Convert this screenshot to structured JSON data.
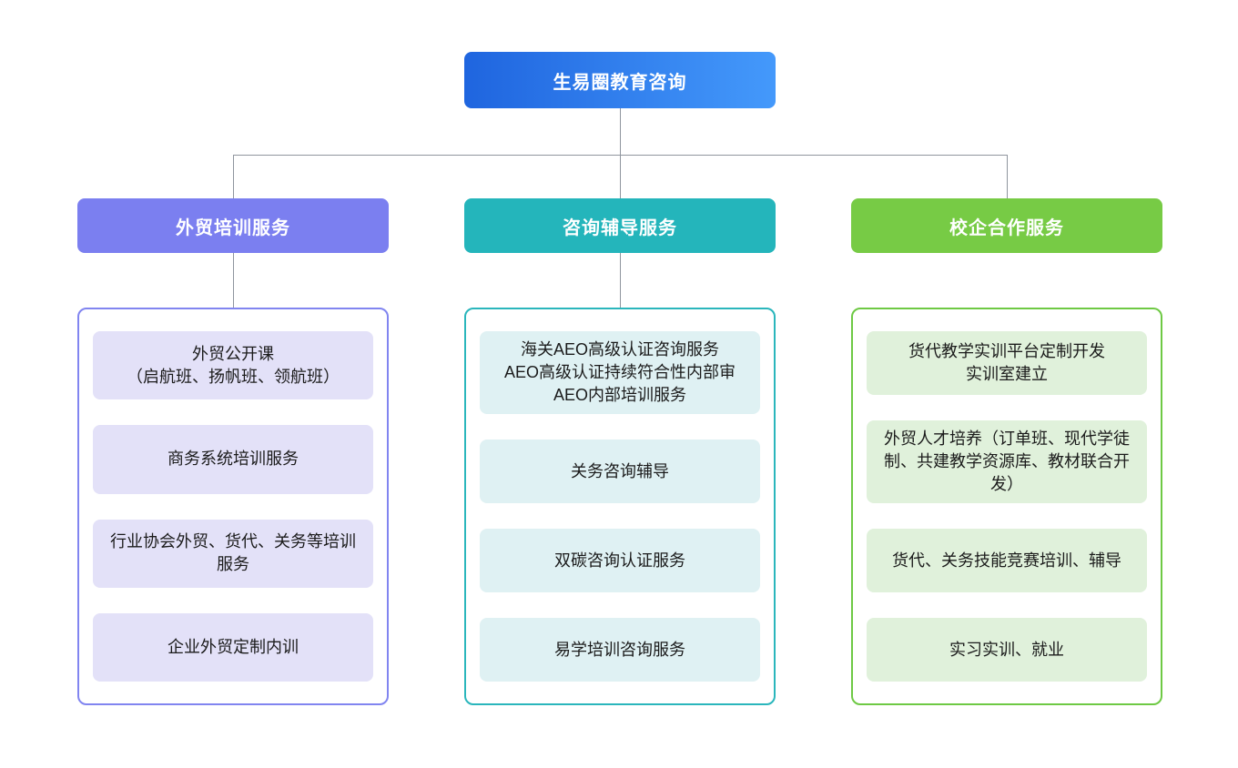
{
  "diagram": {
    "root": {
      "label": "生易圈教育咨询"
    },
    "branches": [
      {
        "title": "外贸培训服务",
        "color": "#7B7FF0",
        "item_bg": "#E3E1F8",
        "border": "#8185F0",
        "items": [
          "外贸公开课\n（启航班、扬帆班、领航班）",
          "商务系统培训服务",
          "行业协会外贸、货代、关务等培训服务",
          "企业外贸定制内训"
        ]
      },
      {
        "title": "咨询辅导服务",
        "color": "#24B5BB",
        "item_bg": "#DFF1F3",
        "border": "#2AB6BC",
        "items": [
          "海关AEO高级认证咨询服务\nAEO高级认证持续符合性内部审\nAEO内部培训服务",
          "关务咨询辅导",
          "双碳咨询认证服务",
          "易学培训咨询服务"
        ]
      },
      {
        "title": "校企合作服务",
        "color": "#77CB45",
        "item_bg": "#E0F1DB",
        "border": "#6EC944",
        "items": [
          "货代教学实训平台定制开发\n实训室建立",
          "外贸人才培养（订单班、现代学徒制、共建教学资源库、教材联合开发）",
          "货代、关务技能竞赛培训、辅导",
          "实习实训、就业"
        ]
      }
    ],
    "colors": {
      "root_gradient_start": "#1F65DF",
      "root_gradient_end": "#4499FB",
      "connector": "#8f959e",
      "background": "#ffffff"
    }
  }
}
